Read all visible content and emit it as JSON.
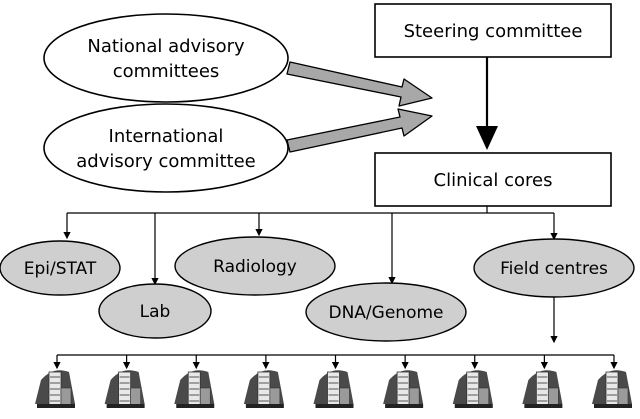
{
  "boxes": {
    "steering": "Steering committee",
    "clinical": "Clinical cores"
  },
  "advisory": {
    "national_line1": "National advisory",
    "national_line2": "committees",
    "international_line1": "International",
    "international_line2": "advisory committee"
  },
  "cores": {
    "epi_stat": "Epi/STAT",
    "lab": "Lab",
    "radiology": "Radiology",
    "dna_genome": "DNA/Genome",
    "field_centres": "Field centres"
  },
  "field_centre_icon": "building-icon",
  "field_centre_count": 9,
  "colors": {
    "core_fill": "#cfcfcf",
    "arrow_fill": "#a8a8a8",
    "stroke": "#000000"
  }
}
